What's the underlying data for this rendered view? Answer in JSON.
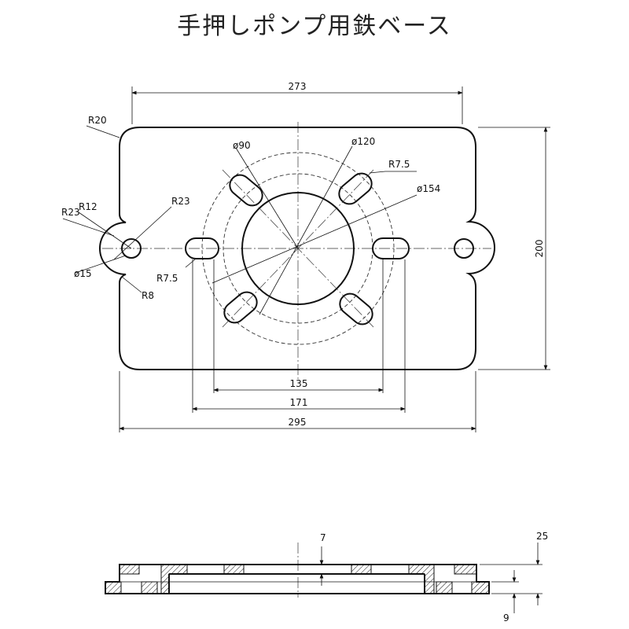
{
  "title": "手押しポンプ用鉄ベース",
  "dimensions": {
    "overall_width": "273",
    "total_width": "295",
    "height": "200",
    "slot_pitch_inner": "135",
    "slot_pitch_outer": "171",
    "dia_90": "ø90",
    "dia_120": "ø120",
    "dia_154": "ø154",
    "dia_15": "ø15",
    "r20": "R20",
    "r12": "R12",
    "r23_left": "R23",
    "r23_right": "R23",
    "r8": "R8",
    "r75_top": "R7.5",
    "r75_left": "R7.5",
    "thickness_7": "7",
    "thickness_25": "25",
    "thickness_9": "9"
  }
}
